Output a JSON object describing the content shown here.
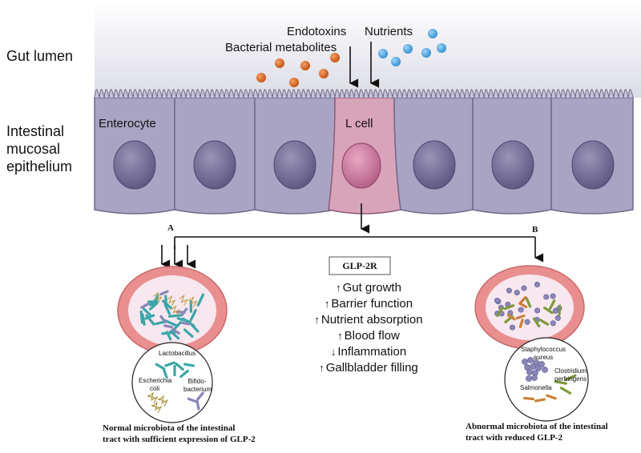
{
  "labels": {
    "gut_lumen": "Gut lumen",
    "epithelium_line1": "Intestinal",
    "epithelium_line2": "mucosal",
    "epithelium_line3": "epithelium",
    "endotoxins": "Endotoxins",
    "nutrients": "Nutrients",
    "bacterial_metabolites": "Bacterial metabolites",
    "enterocyte": "Enterocyte",
    "l_cell": "L cell",
    "marker_a": "A",
    "marker_b": "B",
    "receptor": "GLP-2R"
  },
  "effects": [
    {
      "arrow": "up",
      "text": "Gut growth"
    },
    {
      "arrow": "up",
      "text": "Barrier function"
    },
    {
      "arrow": "up",
      "text": "Nutrient absorption"
    },
    {
      "arrow": "up",
      "text": "Blood flow"
    },
    {
      "arrow": "down",
      "text": "Inflammation"
    },
    {
      "arrow": "up",
      "text": "Gallbladder filling"
    }
  ],
  "normal_panel": {
    "bacteria": [
      "Lactobacillus",
      "Escherichia coli",
      "Bifido-bacterium"
    ],
    "caption_line1": "Normal microbiota of the intestinal",
    "caption_line2": "tract with sufficient expression of GLP-2"
  },
  "abnormal_panel": {
    "bacteria": [
      "Staphylococcus aureus",
      "Clostridium perfringens",
      "Salmonella"
    ],
    "caption_line1": "Abnormal microbiota of the intestinal",
    "caption_line2": "tract with reduced GLP-2"
  },
  "colors": {
    "cell_fill": "#a9a3c2",
    "cell_border": "#6f6a8a",
    "nucleus": "#6d6690",
    "l_cell_fill": "#d8a0b6",
    "metabolite": "#d2641e",
    "nutrient": "#4aa3de",
    "lumen_bg": "#e6e6ee",
    "gut_wall": "#e88f8f",
    "lumen_inner": "#f7e6ec",
    "teal_bacteria": "#3aa6a8",
    "green_bacteria": "#7c9a3a",
    "purple_bacteria": "#8a86b8"
  }
}
